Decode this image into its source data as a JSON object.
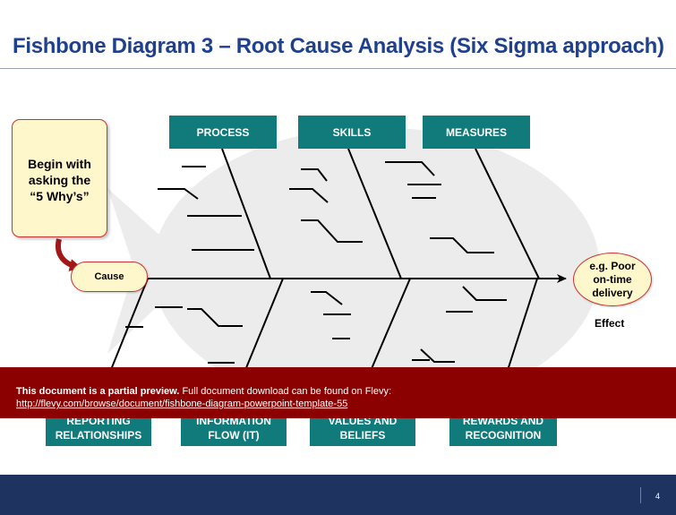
{
  "title": "Fishbone Diagram 3 – Root Cause Analysis (Six Sigma approach)",
  "categories_top": [
    "PROCESS",
    "SKILLS",
    "MEASURES"
  ],
  "categories_bottom": [
    [
      "REPORTING",
      "RELATIONSHIPS"
    ],
    [
      "INFORMATION",
      "FLOW (IT)"
    ],
    [
      "VALUES AND",
      "BELIEFS"
    ],
    [
      "REWARDS AND",
      "RECOGNITION"
    ]
  ],
  "callout": [
    "Begin with",
    "asking the",
    "“5 Why’s”"
  ],
  "cause_label": "Cause",
  "effect": {
    "lines": [
      "e.g. Poor",
      "on-time",
      "delivery"
    ],
    "label": "Effect"
  },
  "preview_banner": {
    "bold": "This document is a partial preview.",
    "text": "Full document download can be found on Flevy:",
    "link": "http://flevy.com/browse/document/fishbone-diagram-powerpoint-template-55"
  },
  "page_number": "4",
  "colors": {
    "title": "#1f3f8f",
    "category_box": "#117a7a",
    "callout_fill": "#fff7cc",
    "callout_border": "#cc3333",
    "banner": "#8b0000",
    "footer": "#1f3361",
    "watermark": "#e8e8e8"
  }
}
